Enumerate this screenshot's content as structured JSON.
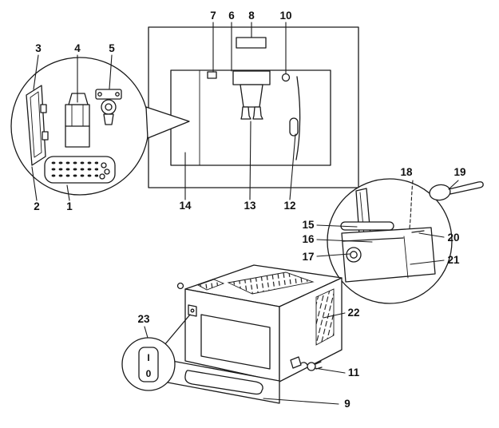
{
  "figure": {
    "colors": {
      "ink": "#1a1a1a",
      "paper": "#ffffff"
    },
    "callouts": {
      "1": "1",
      "2": "2",
      "3": "3",
      "4": "4",
      "5": "5",
      "6": "6",
      "7": "7",
      "8": "8",
      "9": "9",
      "10": "10",
      "11": "11",
      "12": "12",
      "13": "13",
      "14": "14",
      "15": "15",
      "16": "16",
      "17": "17",
      "18": "18",
      "19": "19",
      "20": "20",
      "21": "21",
      "22": "22",
      "23": "23"
    },
    "power_switch": {
      "on": "I",
      "off": "0"
    }
  }
}
